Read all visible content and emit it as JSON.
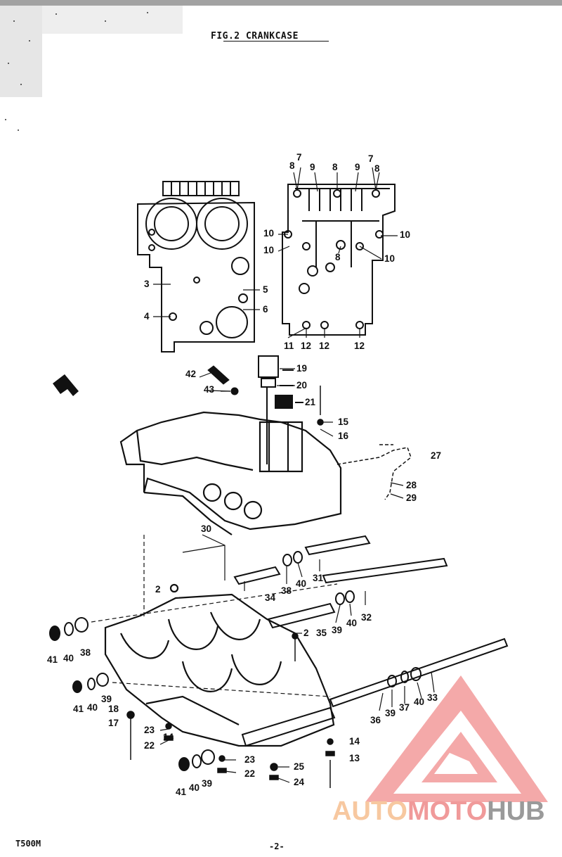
{
  "header": {
    "title": "FIG.2 CRANKCASE"
  },
  "callouts": [
    "7",
    "8",
    "9",
    "8",
    "9",
    "7",
    "8",
    "10",
    "10",
    "10",
    "10",
    "8",
    "3",
    "5",
    "4",
    "6",
    "11",
    "12",
    "12",
    "12",
    "42",
    "19",
    "20",
    "43",
    "21",
    "15",
    "16",
    "27",
    "28",
    "29",
    "30",
    "2",
    "38",
    "40",
    "31",
    "34",
    "32",
    "40",
    "39",
    "35",
    "2",
    "41",
    "40",
    "38",
    "41",
    "40",
    "39",
    "18",
    "17",
    "23",
    "14",
    "22",
    "36",
    "39",
    "37",
    "40",
    "33",
    "23",
    "22",
    "14",
    "13",
    "25",
    "24",
    "41",
    "40",
    "39"
  ],
  "footer": {
    "model": "T500M",
    "page": "-2-"
  },
  "watermark": {
    "part1": "AUTO",
    "part2": "MOTO",
    "part3": "HUB"
  },
  "colors": {
    "ink": "#111111",
    "watermark_red": "#f08080",
    "watermark_orange": "#f7c8a0",
    "watermark_gray": "#9a9a9a"
  }
}
